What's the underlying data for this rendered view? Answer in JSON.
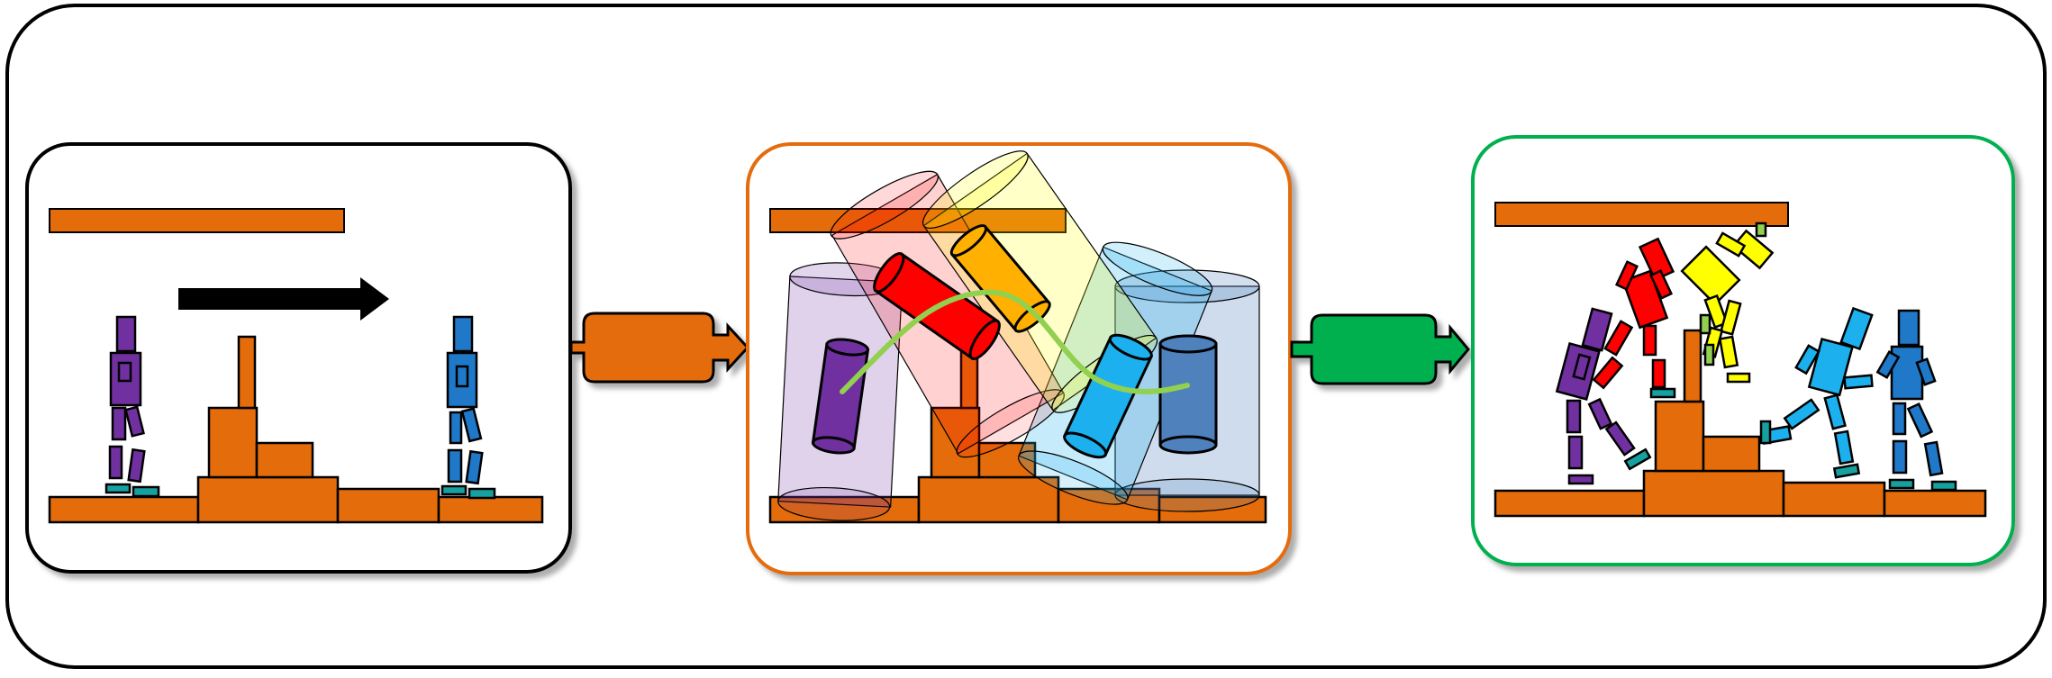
{
  "colors": {
    "outline": "#000000",
    "terrain": "#E46C0A",
    "panel2_border": "#E46C0A",
    "panel3_border": "#00B050",
    "arrow_orange": "#E46C0A",
    "arrow_green": "#00B050",
    "purple": "#7030A0",
    "blue": "#1F78C8",
    "red": "#FF0000",
    "yellow": "#FFFF00",
    "orange_body": "#FFB000",
    "light_blue": "#1CB0EE",
    "steel_blue": "#4F81BD",
    "trajectory": "#92D050",
    "foot_teal": "#17A0A0",
    "shadow": "#9A9A9A"
  },
  "icons": {
    "direction_arrow": "right-arrow-icon",
    "process_arrow_1": "orange-block-arrow-icon",
    "process_arrow_2": "green-block-arrow-icon"
  },
  "panels": [
    {
      "id": "environment",
      "border": "black"
    },
    {
      "id": "motion-plan",
      "border": "orange"
    },
    {
      "id": "execution",
      "border": "green"
    }
  ]
}
